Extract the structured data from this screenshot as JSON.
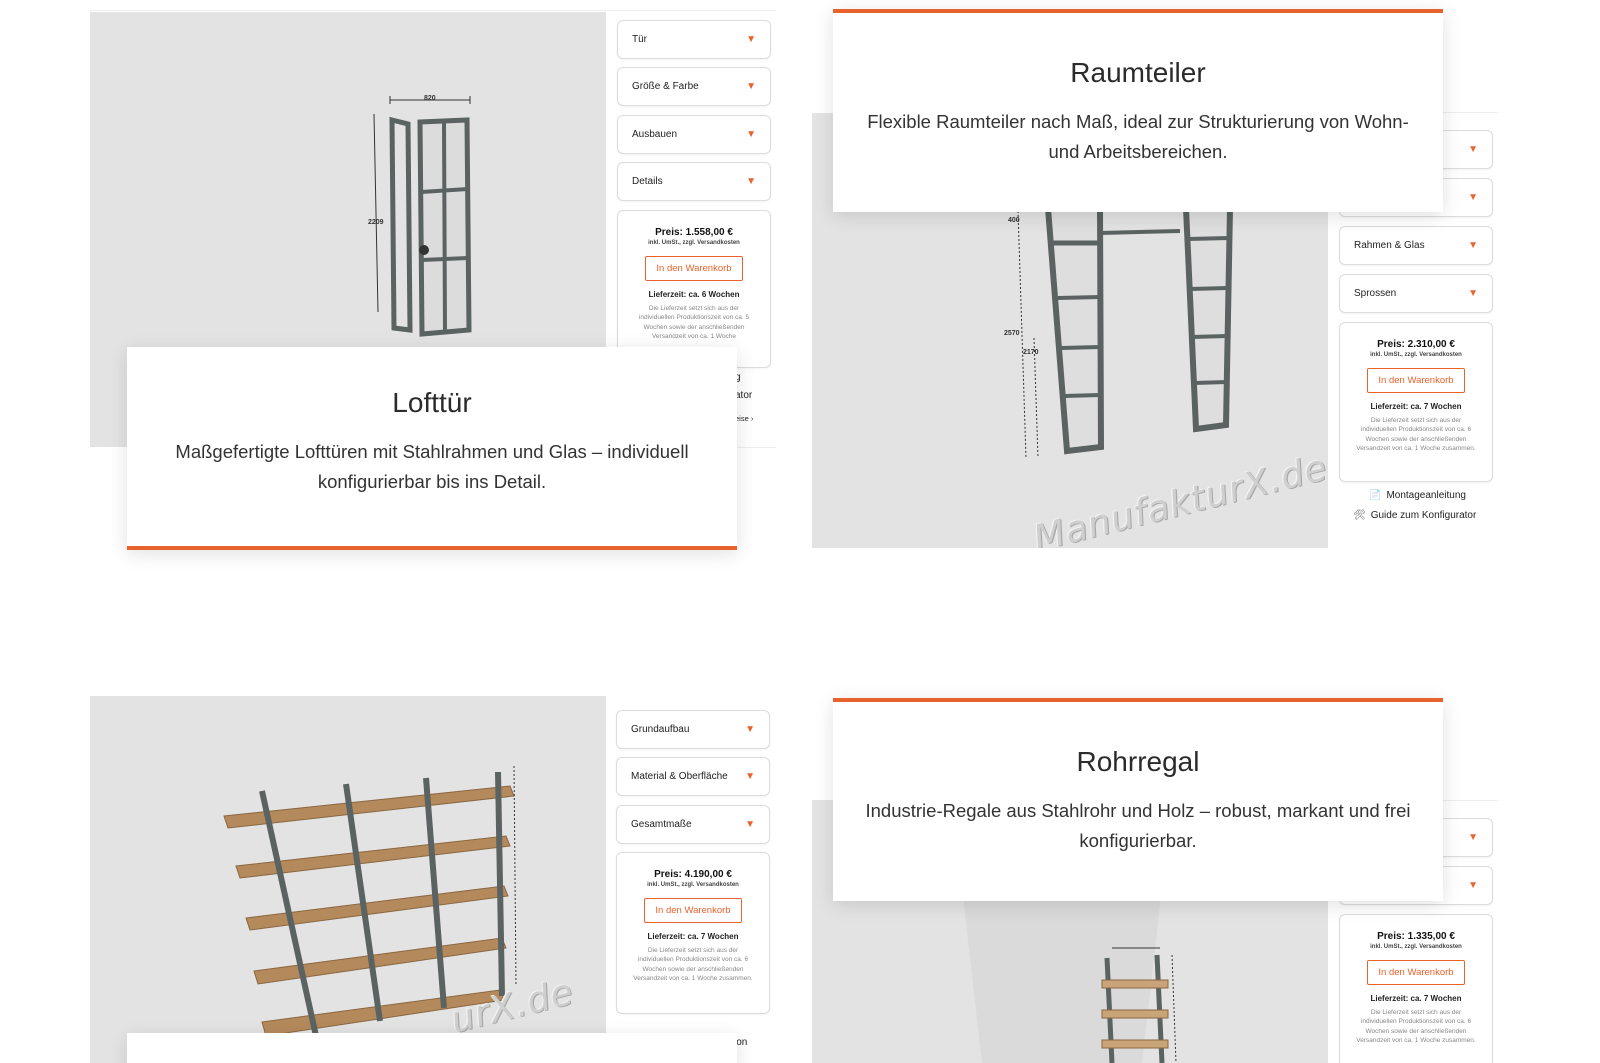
{
  "tiles": {
    "lofttuer": {
      "card_title": "Lofttür",
      "card_desc": "Maßgefertigte Lofttüren mit Stahlrahmen und Glas – individuell konfigurierbar bis ins Detail.",
      "accordion": [
        "Tür",
        "Größe & Farbe",
        "Ausbauen",
        "Details"
      ],
      "price": "Preis: 1.558,00 €",
      "tax": "inkl. UmSt., zzgl. Versandkosten",
      "cart_label": "In den Warenkorb",
      "delivery": "Lieferzeit: ca. 6 Wochen",
      "delivery_note": "Die Lieferzeit setzt sich aus der individuellen Produktionszeit von ca. 5 Wochen sowie der anschließenden Versandzeit von ca. 1 Woche",
      "clip_link1": "g",
      "clip_link2": "ator",
      "clip_link3": "eise ›",
      "dim_width": "820",
      "dim_height": "2209"
    },
    "raumteiler": {
      "card_title": "Raumteiler",
      "card_desc": "Flexible Raumteiler nach Maß, ideal zur Strukturierung von Wohn- und Arbeitsbereichen.",
      "accordion": [
        "Rahmen & Glas",
        "Sprossen"
      ],
      "price": "Preis: 2.310,00 €",
      "tax": "inkl. UmSt., zzgl. Versandkosten",
      "cart_label": "In den Warenkorb",
      "delivery": "Lieferzeit: ca. 7 Wochen",
      "delivery_note": "Die Lieferzeit setzt sich aus der individuellen Produktionszeit von ca. 6 Wochen sowie der anschließenden Versandzeit von ca. 1 Woche zusammen.",
      "link_montage": "Montageanleitung",
      "link_guide": "Guide zum Konfigurator",
      "watermark": "ManufakturX.de",
      "dim_top": "400",
      "dim_total": "2570",
      "dim_inner": "2170"
    },
    "regal": {
      "accordion": [
        "Grundaufbau",
        "Material & Oberfläche",
        "Gesamtmaße"
      ],
      "price": "Preis: 4.190,00 €",
      "tax": "inkl. UmSt., zzgl. Versandkosten",
      "cart_label": "In den Warenkorb",
      "delivery": "Lieferzeit: ca. 7 Wochen",
      "delivery_note": "Die Lieferzeit setzt sich aus der individuellen Produktionszeit von ca. 6 Wochen sowie der anschließenden Versandzeit von ca. 1 Woche zusammen.",
      "watermark": "urX.de",
      "clip_link": "ion"
    },
    "rohrregal": {
      "card_title": "Rohrregal",
      "card_desc": "Industrie-Regale aus Stahlrohr und Holz – robust, markant und frei konfigurierbar.",
      "price": "Preis: 1.335,00 €",
      "tax": "inkl. UmSt., zzgl. Versandkosten",
      "cart_label": "In den Warenkorb",
      "delivery": "Lieferzeit: ca. 7 Wochen",
      "delivery_note": "Die Lieferzeit setzt sich aus der individuellen Produktionszeit von ca. 6 Wochen sowie der anschließenden Versandzeit von ca. 1 Woche zusammen."
    }
  },
  "colors": {
    "accent": "#e8622c",
    "viewport_bg": "#e3e3e3",
    "steel": "#5a6361"
  },
  "icons": {
    "arrow": "▼",
    "doc": "📄",
    "tools": "🛠"
  }
}
